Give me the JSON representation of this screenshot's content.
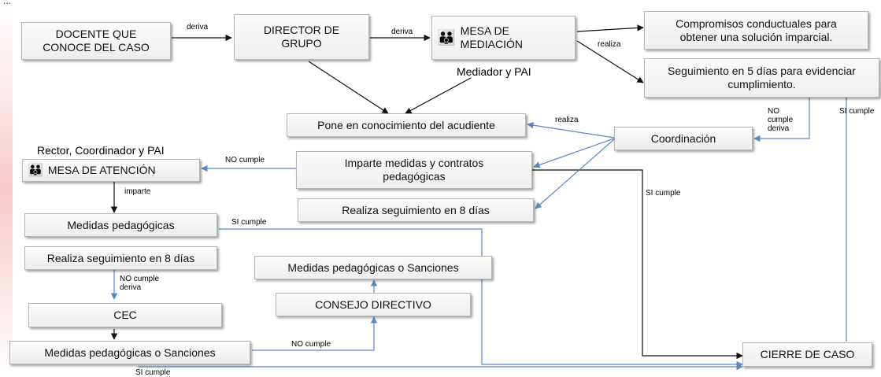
{
  "top_fragment": "...",
  "nodes": {
    "docente": "DOCENTE QUE\nCONOCE DEL CASO",
    "director": "DIRECTOR DE\nGRUPO",
    "mesa_mediacion": "MESA DE\nMEDIACIÓN",
    "compromisos": "Compromisos conductuales para\nobtener una solución imparcial.",
    "seguimiento5": "Seguimiento en 5 días para evidenciar\ncumplimiento.",
    "pone": "Pone en conocimiento del acudiente",
    "coordinacion": "Coordinación",
    "mesa_atencion": "MESA DE ATENCIÓN",
    "imparte": "Imparte medidas y contratos\npedagógicas",
    "seguimiento8_right": "Realiza seguimiento en 8 días",
    "medidas_ped": "Medidas pedagógicas",
    "seguimiento8_left": "Realiza seguimiento en 8 días",
    "medidas_sanc_mid": "Medidas pedagógicas o Sanciones",
    "consejo": "CONSEJO DIRECTIVO",
    "cec": "CEC",
    "medidas_sanc_left": "Medidas pedagógicas o Sanciones",
    "cierre": "CIERRE DE CASO"
  },
  "labels": {
    "deriva1": "deriva",
    "deriva2": "deriva",
    "realiza1": "realiza",
    "mediador_pai": "Mediador y PAI",
    "no_cumple_deriva_right": "NO\ncumple\nderiva",
    "si_cumple_right": "SI cumple",
    "realiza2": "realiza",
    "rector": "Rector, Coordinador y PAI",
    "no_cumple1": "NO cumple",
    "imparte_lbl": "imparte",
    "si_cumple_mid": "SI cumple",
    "si_cumple1": "SI cumple",
    "no_cumple_deriva_left": "NO cumple\nderiva",
    "no_cumple2": "NO cumple",
    "si_cumple_bottom": "SI cumple"
  },
  "icons": {
    "mesa_mediacion": "people-group-icon",
    "mesa_atencion": "people-group-icon"
  },
  "colors": {
    "black_connector": "#111111",
    "blue_connector": "#5b87c7",
    "box_border": "#b5b5b5"
  }
}
